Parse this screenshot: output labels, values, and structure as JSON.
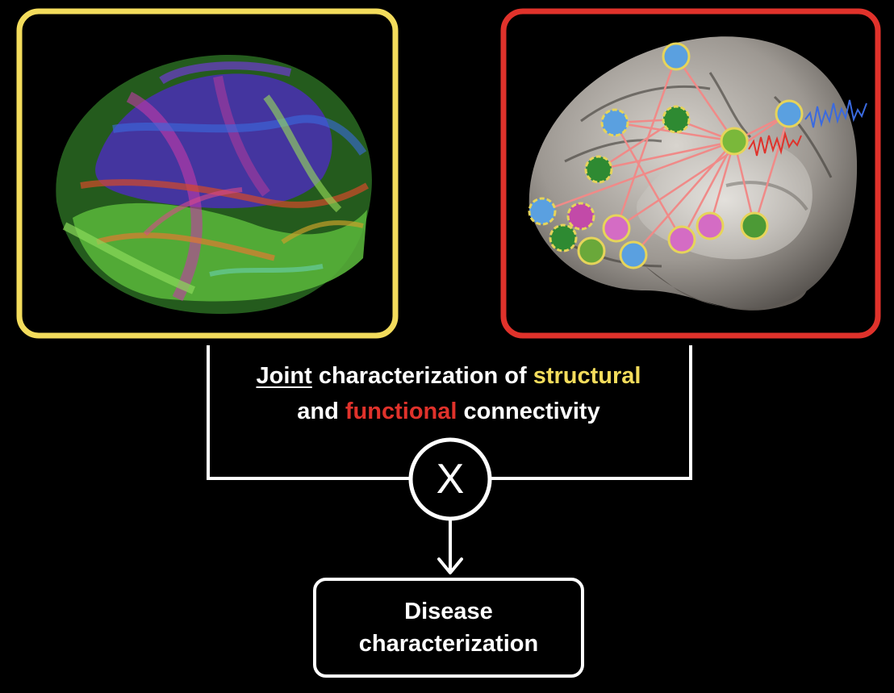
{
  "left_panel": {
    "image": "diffusion-mri-tractography-brain-icon",
    "border_color": "#f3dc5c"
  },
  "right_panel": {
    "image": "functional-network-brain-icon",
    "border_color": "#e0322b"
  },
  "caption": {
    "word_joint": "Joint",
    "text_mid": "characterization of",
    "word_structural": "structural",
    "word_and": "and",
    "word_functional": "functional",
    "text_end": "connectivity",
    "structural_color": "#f3dc5c",
    "functional_color": "#e0322b"
  },
  "operator": {
    "symbol": "X"
  },
  "outcome": {
    "line1": "Disease",
    "line2": "characterization"
  }
}
